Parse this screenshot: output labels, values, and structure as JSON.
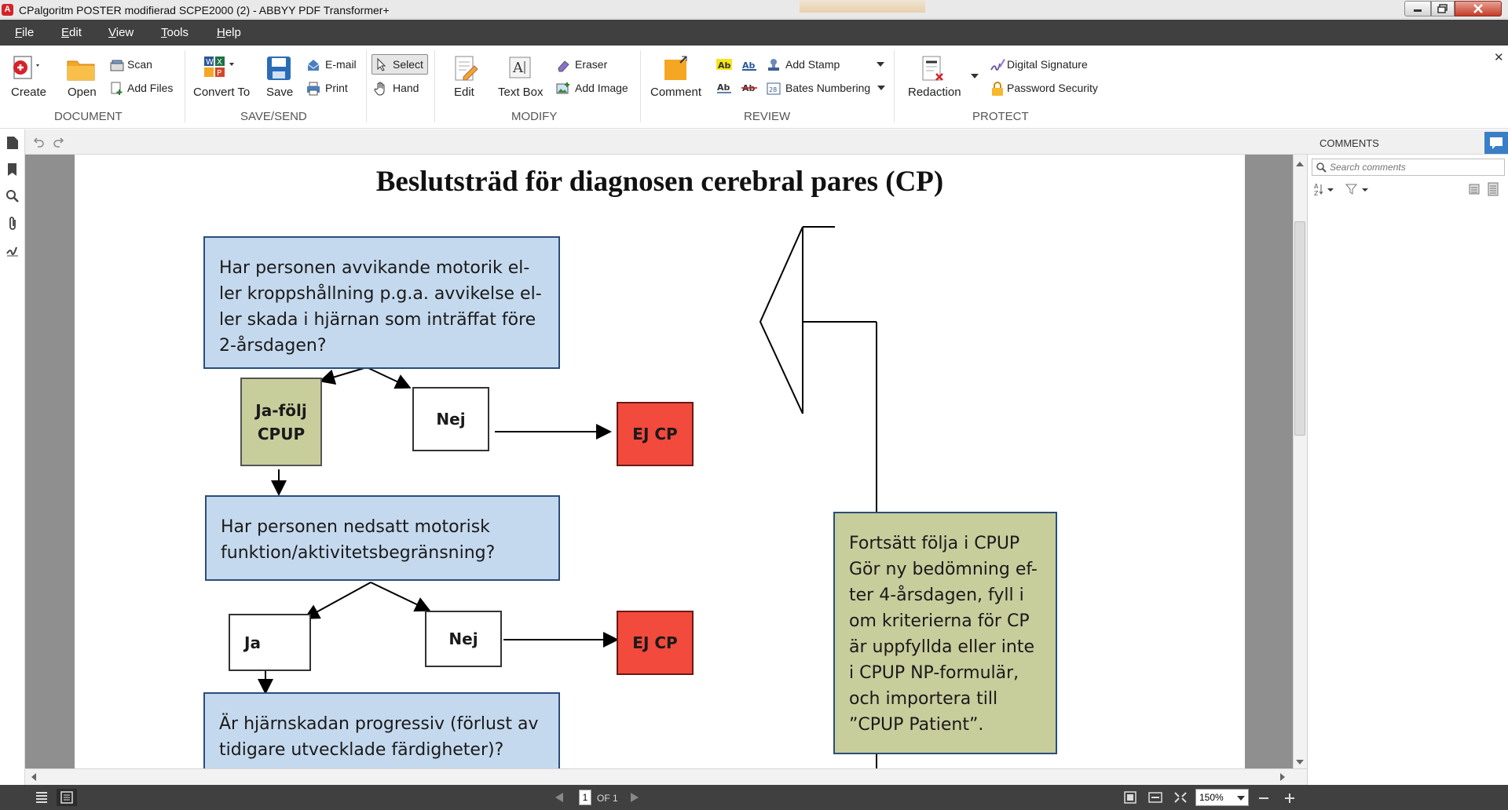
{
  "window": {
    "title": "CPalgoritm POSTER modifierad SCPE2000 (2) - ABBYY PDF Transformer+",
    "app_icon": "abbyy-logo-icon",
    "controls": [
      "minimize-icon",
      "maximize-icon",
      "close-icon"
    ]
  },
  "menu": {
    "file": "File",
    "edit": "Edit",
    "view": "View",
    "tools": "Tools",
    "help": "Help"
  },
  "ribbon": {
    "create": "Create",
    "open": "Open",
    "scan": "Scan",
    "add_files": "Add Files",
    "convert_to": "Convert To",
    "save": "Save",
    "email": "E-mail",
    "print": "Print",
    "select": "Select",
    "hand": "Hand",
    "edit": "Edit",
    "text_box": "Text Box",
    "eraser": "Eraser",
    "add_image": "Add Image",
    "comment": "Comment",
    "add_stamp": "Add Stamp",
    "bates_numbering": "Bates Numbering",
    "redaction": "Redaction",
    "digital_signature": "Digital Signature",
    "password_security": "Password Security",
    "groups": {
      "document": "DOCUMENT",
      "save_send": "SAVE/SEND",
      "modify": "MODIFY",
      "review": "REVIEW",
      "protect": "PROTECT"
    },
    "accent": "#f5a623"
  },
  "comments": {
    "title": "COMMENTS",
    "search_placeholder": "Search comments"
  },
  "status": {
    "page_current": "1",
    "page_of": "OF 1",
    "zoom": "150%"
  },
  "document": {
    "title": "Beslutsträd för diagnosen cerebral pares (CP)",
    "q1": [
      "Har personen avvikande motorik el-",
      "ler kroppshållning p.g.a. avvikelse el-",
      "ler skada i hjärnan som inträffat före",
      "2-årsdagen?"
    ],
    "ja_folj": [
      "Ja-följ",
      "CPUP"
    ],
    "nej": "Nej",
    "ej_cp": "EJ CP",
    "q2": [
      "Har personen nedsatt motorisk",
      "funktion/aktivitetsbegränsning?"
    ],
    "ja": "Ja",
    "q3": [
      "Är hjärnskadan progressiv (förlust av",
      "tidigare utvecklade färdigheter)?"
    ],
    "right_box": [
      "Fortsätt följa i CPUP",
      "Gör ny bedömning ef-",
      "ter 4-årsdagen, fyll i",
      "om kriterierna för CP",
      "är uppfyllda eller inte",
      "i CPUP NP-formulär,",
      "och importera till",
      "”CPUP Patient”."
    ],
    "colors": {
      "question": "#c5d9ee",
      "ej_cp": "#f24a3c",
      "olive": "#c8cd9c"
    }
  }
}
